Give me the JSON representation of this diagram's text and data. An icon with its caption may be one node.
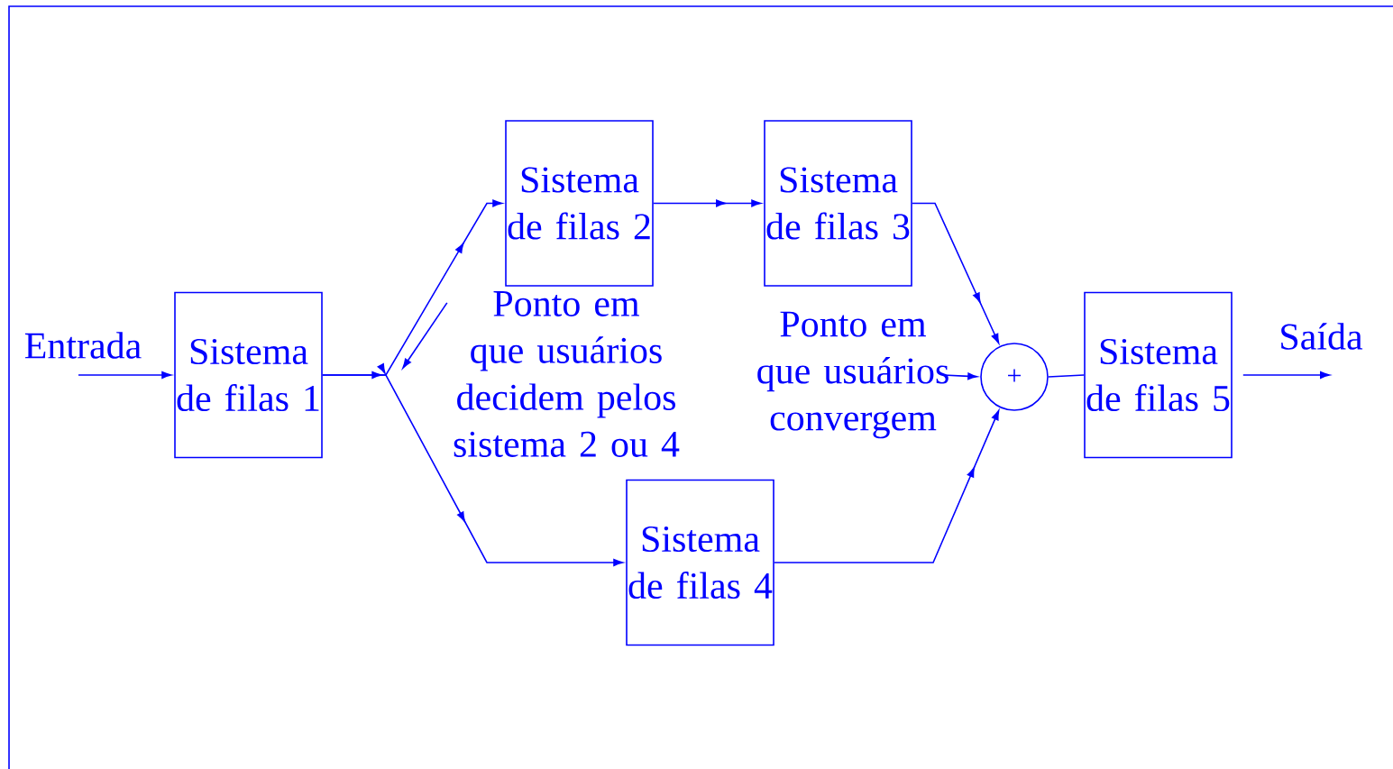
{
  "diagram": {
    "nodes": [
      {
        "text": [
          "Entrada"
        ]
      },
      {
        "text": [
          "Sistema de filas 1"
        ]
      },
      {
        "text": [
          "Sistema de filas 2"
        ]
      },
      {
        "text": [
          "Sistema de filas 3"
        ]
      },
      {
        "text": [
          "Ponto em que usuários decidem pelos sistema 2 ou 4"
        ]
      },
      {
        "text": [
          "Ponto em que usuários convergem"
        ]
      },
      {
        "text": [
          "+"
        ]
      },
      {
        "text": [
          "Sistema de filas 5"
        ]
      },
      {
        "text": [
          "Saída"
        ]
      },
      {
        "text": [
          "Sistema de filas 4"
        ]
      }
    ],
    "edges": [
      {
        "from": 0,
        "to": 1,
        "arrow": "to"
      },
      {
        "from": 1,
        "to": 2,
        "arrow": "to"
      },
      {
        "from": 1,
        "to": 9,
        "arrow": "to"
      },
      {
        "from": 2,
        "to": 3,
        "arrow": "to"
      },
      {
        "from": 3,
        "to": 6,
        "arrow": "to"
      },
      {
        "from": 9,
        "to": 6,
        "arrow": "to"
      },
      {
        "from": 6,
        "to": 7,
        "arrow": "none"
      },
      {
        "from": 7,
        "to": 8,
        "arrow": "to"
      },
      {
        "from": 4,
        "to": null,
        "arrow": "to"
      },
      {
        "from": 5,
        "to": 6,
        "arrow": "to"
      }
    ]
  }
}
